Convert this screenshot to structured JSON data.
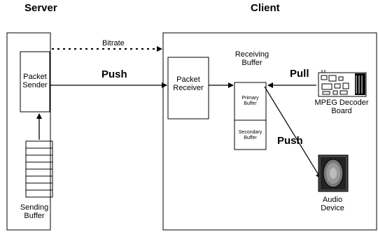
{
  "headers": {
    "server": "Server",
    "client": "Client"
  },
  "server": {
    "packet_sender": [
      "Packet",
      "Sender"
    ],
    "sending_buffer": [
      "Sending",
      "Buffer"
    ]
  },
  "client": {
    "packet_receiver": [
      "Packet",
      "Receiver"
    ],
    "receiving_buffer": [
      "Receiving",
      "Buffer"
    ],
    "primary_buffer": [
      "Primary",
      "Buffer"
    ],
    "secondary_buffer": [
      "Secondary",
      "Buffer"
    ],
    "mpeg_board": [
      "MPEG Decoder",
      "Board"
    ],
    "audio_device": [
      "Audio",
      "Device"
    ]
  },
  "arrows": {
    "bitrate": "Bitrate",
    "push_main": "Push",
    "pull": "Pull",
    "push_audio": "Push"
  }
}
